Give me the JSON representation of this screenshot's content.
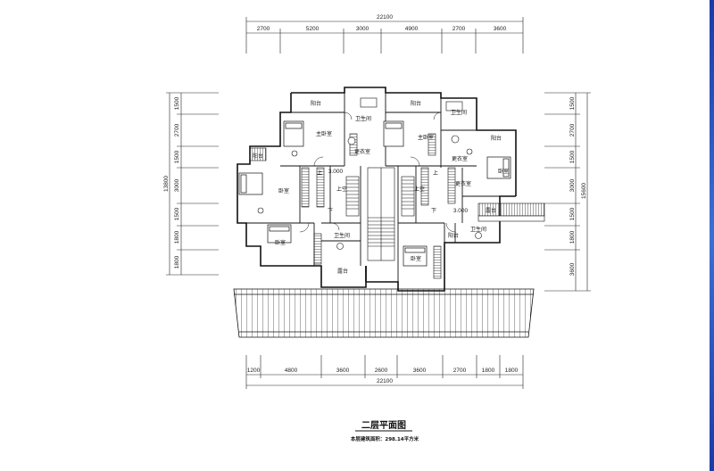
{
  "drawing": {
    "title": "二层平面图",
    "subtitle": "本层建筑面积：298.14平方米",
    "top_total": "22100",
    "top_segments": [
      "2700",
      "5200",
      "3000",
      "4900",
      "2700",
      "3600"
    ],
    "bottom_total": "22100",
    "bottom_segments": [
      "1200",
      "4800",
      "3600",
      "2600",
      "3600",
      "2700",
      "1800",
      "1800"
    ],
    "left_total": "13800",
    "left_segments": [
      "1500",
      "2700",
      "1500",
      "3000",
      "1500",
      "1800",
      "1800"
    ],
    "right_total": "15600",
    "right_segments": [
      "1500",
      "2700",
      "1500",
      "3000",
      "1500",
      "1800",
      "3600"
    ],
    "elevation_marks": [
      "3.000",
      "3.000"
    ]
  },
  "rooms": [
    {
      "id": "balcony-1",
      "label": "阳台"
    },
    {
      "id": "bath-1",
      "label": "卫生间"
    },
    {
      "id": "balcony-2",
      "label": "阳台"
    },
    {
      "id": "bath-2",
      "label": "卫生间"
    },
    {
      "id": "master-1",
      "label": "主卧室"
    },
    {
      "id": "closet-1",
      "label": "更衣室"
    },
    {
      "id": "master-2",
      "label": "主卧室"
    },
    {
      "id": "closet-2",
      "label": "更衣室"
    },
    {
      "id": "balcony-3",
      "label": "阳台"
    },
    {
      "id": "balcony-4",
      "label": "阳台"
    },
    {
      "id": "bed-1",
      "label": "卧室"
    },
    {
      "id": "bed-2",
      "label": "卧室"
    },
    {
      "id": "void-1",
      "label": "上空"
    },
    {
      "id": "void-2",
      "label": "上空"
    },
    {
      "id": "closet-3",
      "label": "更衣室"
    },
    {
      "id": "bed-3",
      "label": "卧室"
    },
    {
      "id": "bath-3",
      "label": "卫生间"
    },
    {
      "id": "terrace-1",
      "label": "露台"
    },
    {
      "id": "balcony-5",
      "label": "阳台"
    },
    {
      "id": "bath-4",
      "label": "卫生间"
    },
    {
      "id": "terrace-2",
      "label": "露台"
    },
    {
      "id": "bed-4",
      "label": "卧室"
    }
  ],
  "stair_marks": [
    "上",
    "下",
    "上",
    "下"
  ]
}
